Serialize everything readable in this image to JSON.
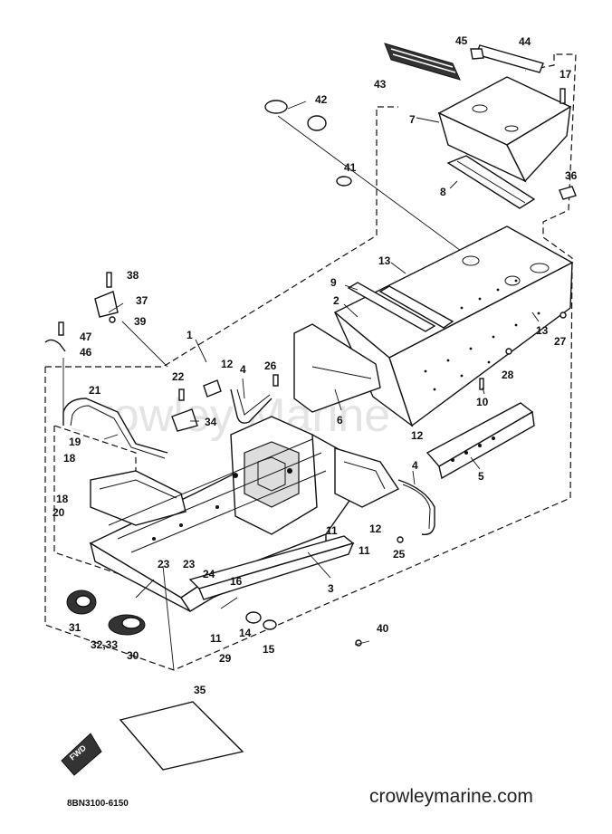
{
  "watermark": "Crowley Marine",
  "website": "crowleymarine.com",
  "drawing_code": "8BN3100-6150",
  "fwd_label": "FWD",
  "callouts": [
    "1",
    "2",
    "3",
    "4",
    "4",
    "5",
    "6",
    "7",
    "8",
    "9",
    "10",
    "11",
    "11",
    "11",
    "12",
    "12",
    "12",
    "13",
    "13",
    "14",
    "15",
    "16",
    "17",
    "18",
    "18",
    "19",
    "20",
    "21",
    "22",
    "23",
    "23",
    "24",
    "25",
    "26",
    "27",
    "28",
    "29",
    "30",
    "31",
    "32,33",
    "34",
    "35",
    "36",
    "37",
    "38",
    "39",
    "40",
    "41",
    "42",
    "43",
    "44",
    "45",
    "46",
    "47"
  ]
}
